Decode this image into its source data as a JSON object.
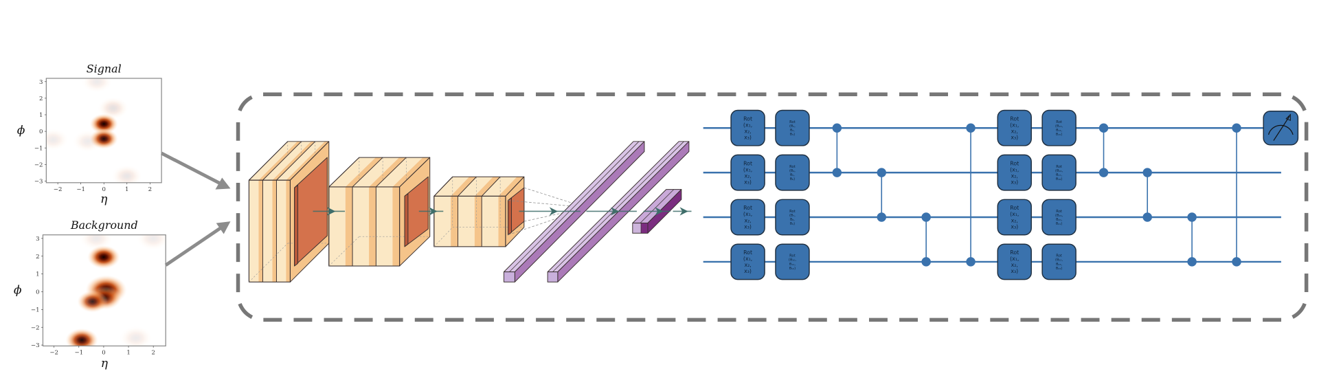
{
  "plots": [
    {
      "title": "Signal",
      "xlabel": "η",
      "ylabel": "ϕ",
      "xlim": [
        -2.5,
        2.5
      ],
      "ylim": [
        -3.1,
        3.2
      ],
      "xticks": [
        -2,
        -1,
        0,
        1,
        2
      ],
      "yticks": [
        3,
        2,
        1,
        0,
        -1,
        -2,
        -3
      ],
      "blobs": [
        {
          "eta": 0.0,
          "phi": 0.45,
          "sigma": 0.28,
          "intensity": 1.0
        },
        {
          "eta": 0.0,
          "phi": -0.45,
          "sigma": 0.28,
          "intensity": 0.95
        },
        {
          "eta": 0.4,
          "phi": 1.4,
          "sigma": 0.3,
          "intensity": 0.12
        },
        {
          "eta": -0.7,
          "phi": -0.6,
          "sigma": 0.3,
          "intensity": 0.08
        },
        {
          "eta": -2.2,
          "phi": -0.5,
          "sigma": 0.3,
          "intensity": 0.08
        },
        {
          "eta": 1.0,
          "phi": -2.7,
          "sigma": 0.3,
          "intensity": 0.1
        },
        {
          "eta": -0.3,
          "phi": 3.0,
          "sigma": 0.3,
          "intensity": 0.08
        }
      ]
    },
    {
      "title": "Background",
      "xlabel": "η",
      "ylabel": "ϕ",
      "xlim": [
        -2.45,
        2.5
      ],
      "ylim": [
        -3.05,
        3.2
      ],
      "xticks": [
        -2,
        -1,
        0,
        1,
        2
      ],
      "yticks": [
        3,
        2,
        1,
        0,
        -1,
        -2,
        -3
      ],
      "blobs": [
        {
          "eta": 0.0,
          "phi": 1.95,
          "sigma": 0.3,
          "intensity": 1.0
        },
        {
          "eta": 0.1,
          "phi": 0.1,
          "sigma": 0.38,
          "intensity": 1.0
        },
        {
          "eta": 0.05,
          "phi": -0.35,
          "sigma": 0.3,
          "intensity": 0.8
        },
        {
          "eta": -0.45,
          "phi": -0.55,
          "sigma": 0.28,
          "intensity": 0.85
        },
        {
          "eta": -0.88,
          "phi": -2.72,
          "sigma": 0.3,
          "intensity": 0.95
        },
        {
          "eta": 1.3,
          "phi": -2.6,
          "sigma": 0.3,
          "intensity": 0.08
        },
        {
          "eta": 2.0,
          "phi": 3.0,
          "sigma": 0.3,
          "intensity": 0.08
        },
        {
          "eta": -0.3,
          "phi": 3.0,
          "sigma": 0.3,
          "intensity": 0.08
        }
      ]
    }
  ],
  "cnn": {
    "colors": {
      "slab": "#fbe8c5",
      "stripe": "#f5c48a",
      "kernel": "#d4724c",
      "dense": "#c9b0dc",
      "dense_side": "#ab7ab8",
      "output": "#7b2d80",
      "arrow": "#3f6e6a"
    }
  },
  "circuit": {
    "wire_color": "#3a72ad",
    "gate_color": "#3a72ad",
    "n_wires": 4,
    "encoding_gate": {
      "name": "Rot",
      "params": [
        "(x₁,",
        "x₂,",
        "x₃)"
      ]
    },
    "trainable_gates": [
      [
        [
          "Rot",
          "(θ₁,",
          "θ₂,",
          "θ₃)"
        ],
        [
          "Rot",
          "(θ₄,",
          "θ₅,",
          "θ₆)"
        ],
        [
          "Rot",
          "(θ₇,",
          "θ₈,",
          "θ₉)"
        ],
        [
          "Rot",
          "(θ₁₀,",
          "θ₁₁,",
          "θ₁₂)"
        ]
      ],
      [
        [
          "Rot",
          "(θ₁₃,",
          "θ₁₄,",
          "θ₁₅)"
        ],
        [
          "Rot",
          "(θ₁₆,",
          "θ₁₇,",
          "θ₁₈)"
        ],
        [
          "Rot",
          "(θ₁₉,",
          "θ₂₀,",
          "θ₂₁)"
        ],
        [
          "Rot",
          "(θ₂₂,",
          "θ₂₃,",
          "θ₂₄)"
        ]
      ]
    ],
    "cz_pairs": [
      [
        0,
        1
      ],
      [
        1,
        2
      ],
      [
        2,
        3
      ],
      [
        0,
        3
      ]
    ],
    "layers": 2,
    "measure_wire": 0
  }
}
